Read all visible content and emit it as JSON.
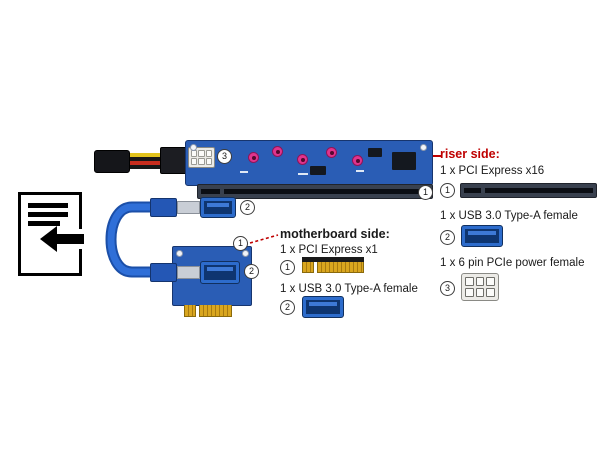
{
  "colors": {
    "accent_red": "#bf0000",
    "pcb_blue": "#2a5db5",
    "cable_blue": "#2f6fd8"
  },
  "riser_legend": {
    "title": "riser side:",
    "items": [
      {
        "num": "1",
        "label": "1 x PCI Express x16",
        "icon": "pcie-x16-slot"
      },
      {
        "num": "2",
        "label": "1 x USB 3.0 Type-A female",
        "icon": "usb3-type-a-port"
      },
      {
        "num": "3",
        "label": "1 x 6 pin PCIe power female",
        "icon": "6pin-pcie-power"
      }
    ]
  },
  "motherboard_legend": {
    "title": "motherboard side:",
    "items": [
      {
        "num": "1",
        "label": "1 x PCI Express x1",
        "icon": "pcie-x1-edge"
      },
      {
        "num": "2",
        "label": "1 x USB 3.0 Type-A female",
        "icon": "usb3-type-a-port"
      }
    ]
  },
  "diagram_markers": {
    "riser_pcie_x16": "1",
    "riser_usb": "2",
    "riser_power": "3",
    "board_pcie_x1": "1",
    "board_usb": "2"
  }
}
